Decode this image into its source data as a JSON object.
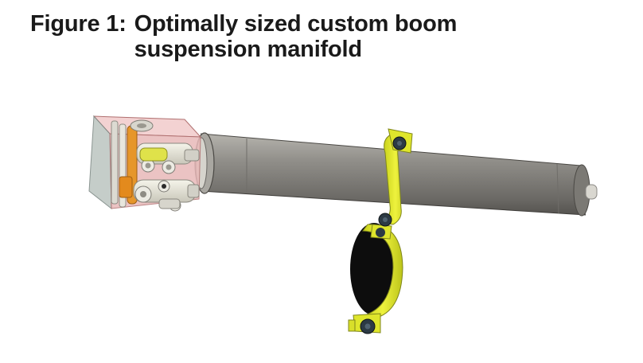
{
  "figure": {
    "label": "Figure 1:",
    "caption": "Optimally sized custom boom suspension manifold"
  },
  "colors": {
    "cylinder": "#8c8a85",
    "clamp": "#e3ec2e",
    "manifold_block": "#e8b9b9",
    "bolt": "#2c3a44",
    "valve_body": "#e6e4d8"
  },
  "illustration": {
    "parts": [
      "hydraulic-cylinder",
      "mounting-clamp",
      "manifold-block"
    ]
  }
}
